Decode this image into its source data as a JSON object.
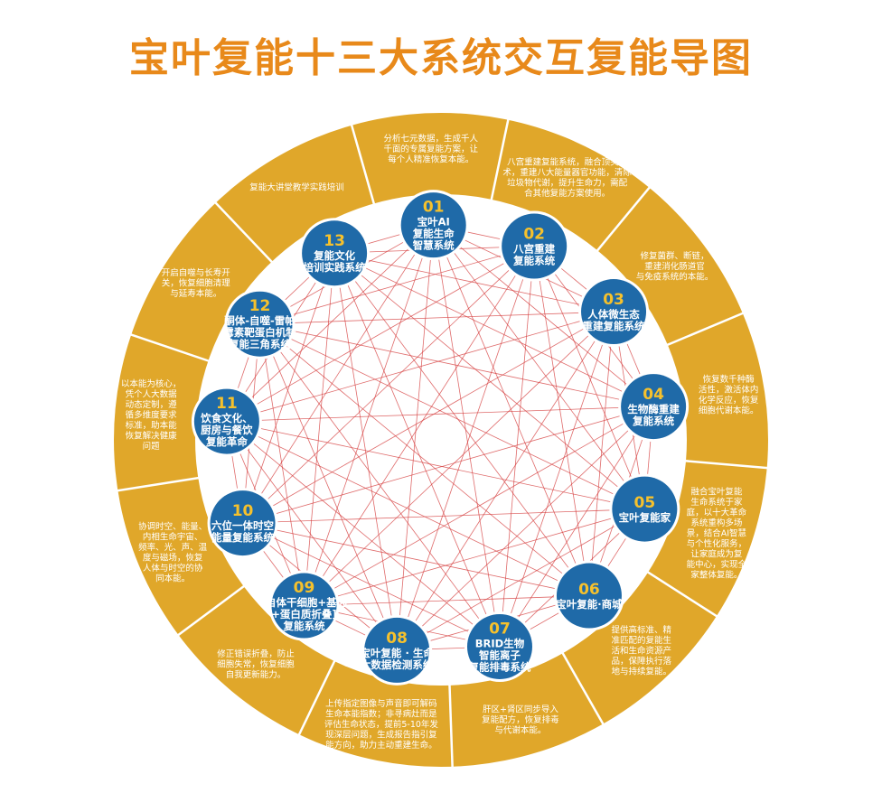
{
  "title": "宝叶复能十三大系统交互复能导图",
  "colors": {
    "title": "#e8891a",
    "ring": "#e0a72a",
    "ring_divider": "#ffffff",
    "node_fill": "#1f6aa8",
    "node_stroke": "#ffffff",
    "node_number": "#f6c12c",
    "lines": "#d43a3a",
    "inner_bg": "#ffffff"
  },
  "nodes": [
    {
      "num": "01",
      "label": [
        "宝叶AI",
        "复能生命",
        "智慧系统"
      ]
    },
    {
      "num": "02",
      "label": [
        "八宫重建",
        "复能系统"
      ]
    },
    {
      "num": "03",
      "label": [
        "人体微生态",
        "重建复能系统"
      ]
    },
    {
      "num": "04",
      "label": [
        "生物酶重建",
        "复能系统"
      ]
    },
    {
      "num": "05",
      "label": [
        "宝叶复能家"
      ]
    },
    {
      "num": "06",
      "label": [
        "宝叶复能·商城"
      ]
    },
    {
      "num": "07",
      "label": [
        "BRID生物",
        "智能离子",
        "复能排毒系统"
      ]
    },
    {
      "num": "08",
      "label": [
        "宝叶复能 · 生命",
        "大数据检测系统"
      ]
    },
    {
      "num": "09",
      "label": [
        "[自体干细胞+基因",
        "+蛋白质折叠]",
        "复能系统"
      ]
    },
    {
      "num": "10",
      "label": [
        "六位一体时空",
        "能量复能系统"
      ]
    },
    {
      "num": "11",
      "label": [
        "饮食文化、",
        "厨房与餐饮",
        "复能革命"
      ]
    },
    {
      "num": "12",
      "label": [
        "酮体-自噬-雷帕",
        "霉素靶蛋白机制",
        "复能三角系统"
      ]
    },
    {
      "num": "13",
      "label": [
        "复能文化",
        "培训实践系统"
      ]
    }
  ],
  "descriptions": [
    [
      "分析七元数据，生成千人",
      "千面的专属复能方案，让",
      "每个人精准恢复本能。"
    ],
    [
      "八宫重建复能系统，融合顶尖技",
      "术，重建八大能量器官功能，清除",
      "垃圾物代谢，提升生命力，需配",
      "合其他复能方案使用。"
    ],
    [
      "修复菌群、断链，",
      "重建消化肠道官",
      "与免疫系统的本能。"
    ],
    [
      "恢复数千种酶",
      "活性，激活体内",
      "化学反应，恢复",
      "细胞代谢本能。"
    ],
    [
      "融合宝叶复能",
      "生命系统于家",
      "庭，以十大革命",
      "系统重构多场",
      "景，结合AI智慧",
      "与个性化服务，",
      "让家庭成为复",
      "能中心，实现全",
      "家整体复能。"
    ],
    [
      "提供高标准、精",
      "准匹配的复能生",
      "活和生命资源产",
      "品，保障执行落",
      "地与持续复能。"
    ],
    [
      "肝区+肾区同步导入",
      "复能配方，恢复排毒",
      "与代谢本能。"
    ],
    [
      "上传指定图像与声音即可解码",
      "生命本能指数；非寻病灶而是",
      "评估生命状态，提前5-10年发",
      "现深层问题，生成报告指引复",
      "能方向，助力主动重建生命。"
    ],
    [
      "修正错误折叠，防止",
      "细胞失常，恢复细胞",
      "自我更新能力。"
    ],
    [
      "协调时空、能量、",
      "内相生命宇宙、",
      "频率、光、声、温",
      "度与磁场，恢复",
      "人体与时空的协",
      "同本能。"
    ],
    [
      "以本能为核心，",
      "凭个人大数据",
      "动态定制，遵",
      "循多维度要求",
      "标准，助本能",
      "恢复解决健康",
      "问题"
    ],
    [
      "开启自噬与长寿开",
      "关，恢复细胞清理",
      "与延寿本能。"
    ],
    [
      "复能大讲堂教学实践培训"
    ]
  ]
}
